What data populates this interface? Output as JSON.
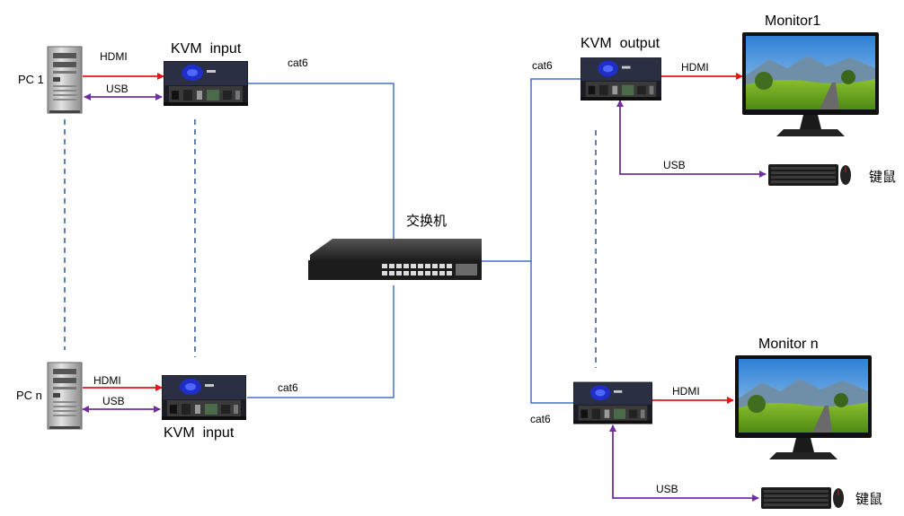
{
  "labels": {
    "pc1": "PC 1",
    "pcn": "PC n",
    "kvm_input_top": "KVM  input",
    "kvm_input_bottom": "KVM  input",
    "kvm_output": "KVM  output",
    "monitor1": "Monitor1",
    "monitorn": "Monitor n",
    "switch": "交换机",
    "kbm_top": "键鼠",
    "kbm_bottom": "键鼠"
  },
  "links": {
    "hdmi_pc1": "HDMI",
    "usb_pc1": "USB",
    "hdmi_pcn": "HDMI",
    "usb_pcn": "USB",
    "cat6_in_top": "cat6",
    "cat6_in_bottom": "cat6",
    "cat6_out_top": "cat6",
    "cat6_out_bottom": "cat6",
    "hdmi_out_top": "HDMI",
    "hdmi_out_bottom": "HDMI",
    "usb_out_top": "USB",
    "usb_out_bottom": "USB"
  },
  "colors": {
    "hdmi": "#e8141a",
    "usb": "#7030a0",
    "network": "#4472c4",
    "dashed": "#2f5597"
  }
}
